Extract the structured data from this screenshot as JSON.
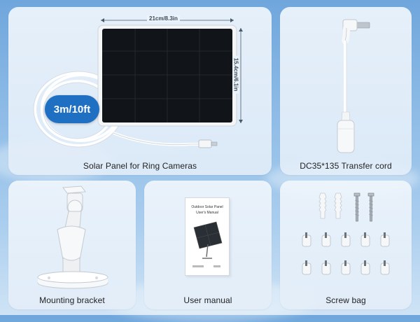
{
  "panels": {
    "solar": {
      "caption": "Solar Panel for Ring Cameras",
      "width_label": "21cm/8.3in",
      "height_label": "15.4cm/6.1in",
      "cable_length": "3m/10ft"
    },
    "cord": {
      "caption": "DC35*135 Transfer cord"
    },
    "bracket": {
      "caption": "Mounting bracket"
    },
    "manual": {
      "caption": "User manual",
      "doc_title_line1": "Outdoor Solar Panel",
      "doc_title_line2": "User's Manual"
    },
    "screws": {
      "caption": "Screw bag"
    }
  },
  "colors": {
    "badge_blue": "#1f6fc2",
    "panel_black": "#111418",
    "sky_top": "#6fa6dc"
  }
}
